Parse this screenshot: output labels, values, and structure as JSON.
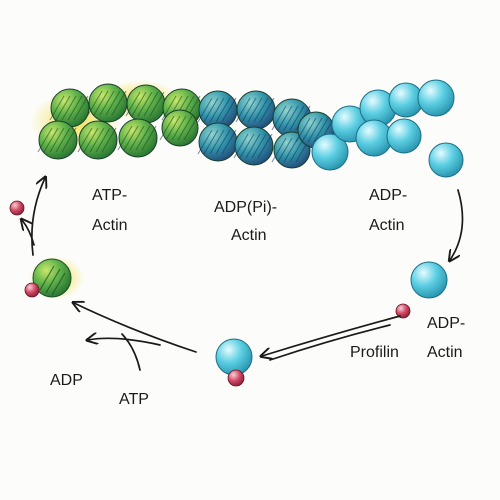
{
  "labels": {
    "atp_actin": [
      "ATP-",
      "Actin"
    ],
    "adppi_actin": [
      "ADP(Pi)-",
      "Actin"
    ],
    "adp_actin_filament": [
      "ADP-",
      "Actin"
    ],
    "adp_actin_monomer": [
      "ADP-",
      "Actin"
    ],
    "profilin": "Profilin",
    "adp": "ADP",
    "atp": "ATP"
  },
  "colors": {
    "atp_green": "#3a9a3c",
    "atp_yellow": "#f2de3a",
    "adppi_teal": "#2b8fa6",
    "adppi_navy": "#2d4f86",
    "adp_cyan": "#49c6dc",
    "profilin_pink": "#c2324f",
    "arrow": "#1a1a1a"
  }
}
